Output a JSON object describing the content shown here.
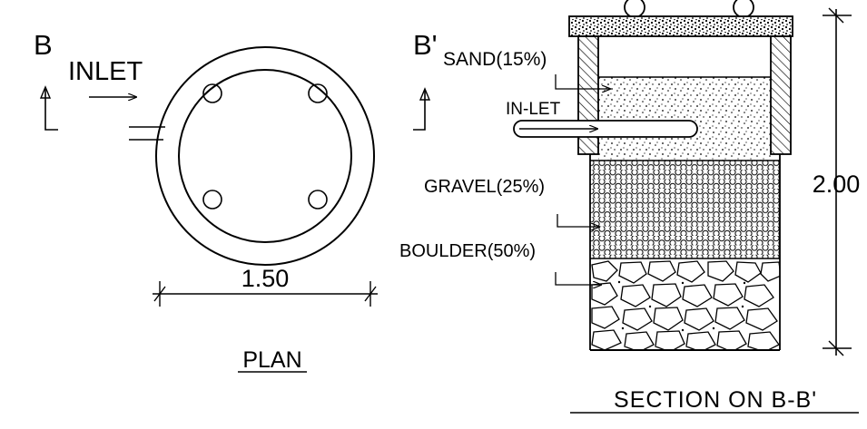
{
  "plan": {
    "section_marker_left": "B",
    "inlet_label": "INLET",
    "diameter_label": "1.50",
    "title": "PLAN"
  },
  "section": {
    "section_marker_right": "B'",
    "sand_label": "SAND(15%)",
    "inlet_label": "IN-LET",
    "gravel_label": "GRAVEL(25%)",
    "boulder_label": "BOULDER(50%)",
    "height_label": "2.00",
    "title": "SECTION ON B-B'"
  },
  "colors": {
    "line": "#000000",
    "background": "#ffffff"
  }
}
